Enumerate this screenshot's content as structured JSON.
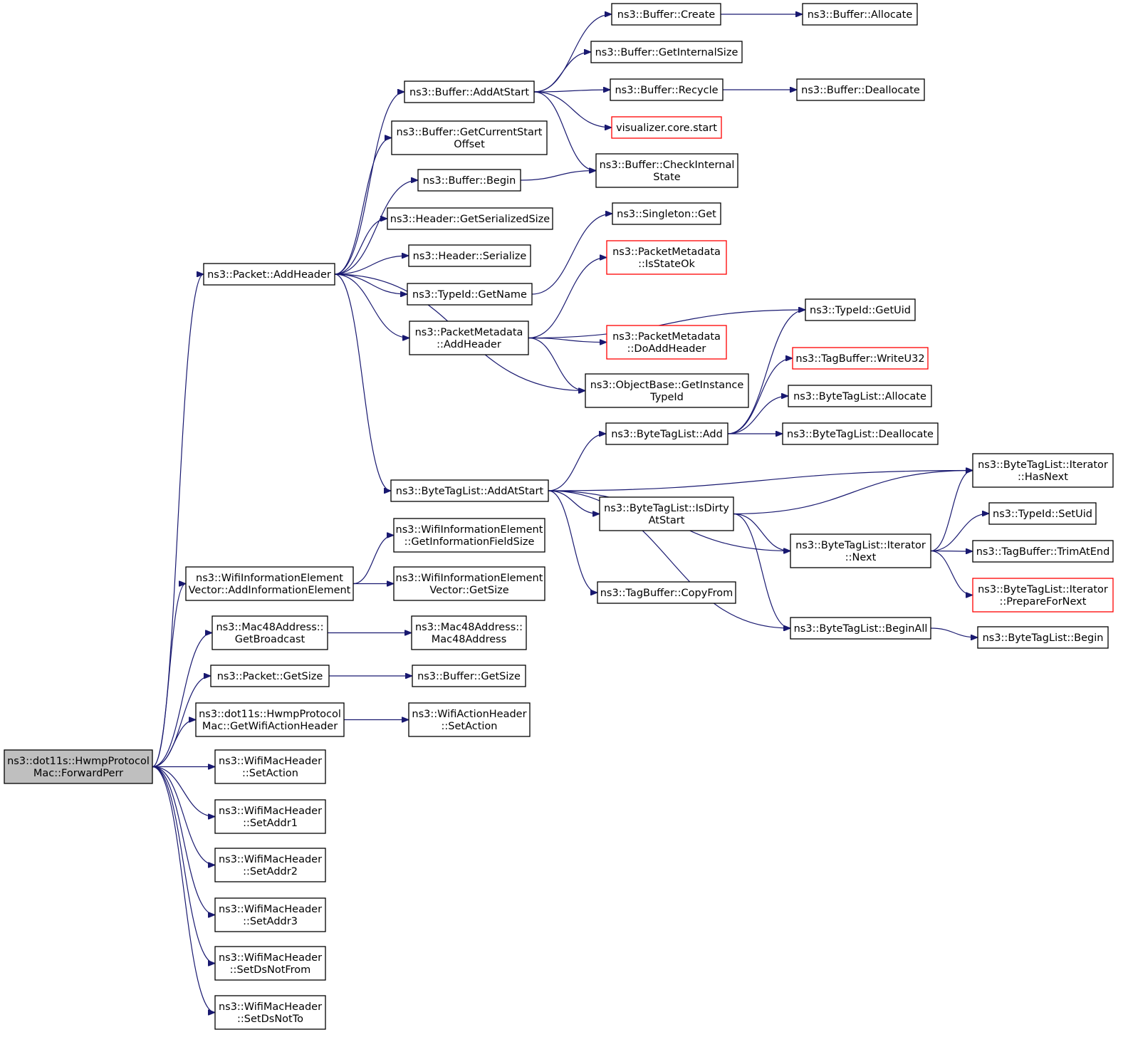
{
  "diagram": {
    "type": "call-graph",
    "edge_color": "#191970",
    "root_fill": "#bfbfbf",
    "highlight_border_color": "#ff0000",
    "nodes": [
      {
        "id": "n0",
        "lines": [
          "ns3::dot11s::HwmpProtocol",
          "Mac::ForwardPerr"
        ],
        "root": true
      },
      {
        "id": "n1",
        "lines": [
          "ns3::Packet::AddHeader"
        ]
      },
      {
        "id": "n2",
        "lines": [
          "ns3::WifiInformationElement",
          "Vector::AddInformationElement"
        ]
      },
      {
        "id": "n3",
        "lines": [
          "ns3::Mac48Address::",
          "GetBroadcast"
        ]
      },
      {
        "id": "n4",
        "lines": [
          "ns3::Packet::GetSize"
        ]
      },
      {
        "id": "n5",
        "lines": [
          "ns3::dot11s::HwmpProtocol",
          "Mac::GetWifiActionHeader"
        ]
      },
      {
        "id": "n6",
        "lines": [
          "ns3::WifiMacHeader",
          "::SetAction"
        ]
      },
      {
        "id": "n7",
        "lines": [
          "ns3::WifiMacHeader",
          "::SetAddr1"
        ]
      },
      {
        "id": "n8",
        "lines": [
          "ns3::WifiMacHeader",
          "::SetAddr2"
        ]
      },
      {
        "id": "n9",
        "lines": [
          "ns3::WifiMacHeader",
          "::SetAddr3"
        ]
      },
      {
        "id": "n10",
        "lines": [
          "ns3::WifiMacHeader",
          "::SetDsNotFrom"
        ]
      },
      {
        "id": "n11",
        "lines": [
          "ns3::WifiMacHeader",
          "::SetDsNotTo"
        ]
      },
      {
        "id": "n12",
        "lines": [
          "ns3::Buffer::AddAtStart"
        ]
      },
      {
        "id": "n13",
        "lines": [
          "ns3::Buffer::GetCurrentStart",
          "Offset"
        ]
      },
      {
        "id": "n14",
        "lines": [
          "ns3::Buffer::Begin"
        ]
      },
      {
        "id": "n15",
        "lines": [
          "ns3::Header::GetSerializedSize"
        ]
      },
      {
        "id": "n16",
        "lines": [
          "ns3::Header::Serialize"
        ]
      },
      {
        "id": "n17",
        "lines": [
          "ns3::TypeId::GetName"
        ]
      },
      {
        "id": "n18",
        "lines": [
          "ns3::PacketMetadata",
          "::AddHeader"
        ]
      },
      {
        "id": "n19",
        "lines": [
          "ns3::ByteTagList::AddAtStart"
        ]
      },
      {
        "id": "n20",
        "lines": [
          "ns3::WifiInformationElement",
          "::GetInformationFieldSize"
        ]
      },
      {
        "id": "n21",
        "lines": [
          "ns3::WifiInformationElement",
          "Vector::GetSize"
        ]
      },
      {
        "id": "n22",
        "lines": [
          "ns3::Mac48Address::",
          "Mac48Address"
        ]
      },
      {
        "id": "n23",
        "lines": [
          "ns3::Buffer::GetSize"
        ]
      },
      {
        "id": "n24",
        "lines": [
          "ns3::WifiActionHeader",
          "::SetAction"
        ]
      },
      {
        "id": "n25",
        "lines": [
          "ns3::Buffer::Create"
        ]
      },
      {
        "id": "n26",
        "lines": [
          "ns3::Buffer::GetInternalSize"
        ]
      },
      {
        "id": "n27",
        "lines": [
          "ns3::Buffer::Recycle"
        ]
      },
      {
        "id": "n28",
        "lines": [
          "visualizer.core.start"
        ],
        "red": true
      },
      {
        "id": "n29",
        "lines": [
          "ns3::Buffer::CheckInternal",
          "State"
        ]
      },
      {
        "id": "n30",
        "lines": [
          "ns3::Singleton::Get"
        ]
      },
      {
        "id": "n31",
        "lines": [
          "ns3::PacketMetadata",
          "::IsStateOk"
        ],
        "red": true
      },
      {
        "id": "n32",
        "lines": [
          "ns3::PacketMetadata",
          "::DoAddHeader"
        ],
        "red": true
      },
      {
        "id": "n33",
        "lines": [
          "ns3::ObjectBase::GetInstance",
          "TypeId"
        ]
      },
      {
        "id": "n34",
        "lines": [
          "ns3::ByteTagList::Add"
        ]
      },
      {
        "id": "n35",
        "lines": [
          "ns3::ByteTagList::IsDirty",
          "AtStart"
        ]
      },
      {
        "id": "n36",
        "lines": [
          "ns3::TagBuffer::CopyFrom"
        ]
      },
      {
        "id": "n37",
        "lines": [
          "ns3::Buffer::Allocate"
        ]
      },
      {
        "id": "n38",
        "lines": [
          "ns3::Buffer::Deallocate"
        ]
      },
      {
        "id": "n39",
        "lines": [
          "ns3::TypeId::GetUid"
        ]
      },
      {
        "id": "n40",
        "lines": [
          "ns3::TagBuffer::WriteU32"
        ],
        "red": true
      },
      {
        "id": "n41",
        "lines": [
          "ns3::ByteTagList::Allocate"
        ]
      },
      {
        "id": "n42",
        "lines": [
          "ns3::ByteTagList::Deallocate"
        ]
      },
      {
        "id": "n43",
        "lines": [
          "ns3::ByteTagList::Iterator",
          "::Next"
        ]
      },
      {
        "id": "n44",
        "lines": [
          "ns3::ByteTagList::BeginAll"
        ]
      },
      {
        "id": "n45",
        "lines": [
          "ns3::ByteTagList::Iterator",
          "::HasNext"
        ]
      },
      {
        "id": "n46",
        "lines": [
          "ns3::TypeId::SetUid"
        ]
      },
      {
        "id": "n47",
        "lines": [
          "ns3::TagBuffer::TrimAtEnd"
        ]
      },
      {
        "id": "n48",
        "lines": [
          "ns3::ByteTagList::Iterator",
          "::PrepareForNext"
        ],
        "red": true
      },
      {
        "id": "n49",
        "lines": [
          "ns3::ByteTagList::Begin"
        ]
      }
    ],
    "edges": [
      [
        "n0",
        "n1"
      ],
      [
        "n0",
        "n2"
      ],
      [
        "n0",
        "n3"
      ],
      [
        "n0",
        "n4"
      ],
      [
        "n0",
        "n5"
      ],
      [
        "n0",
        "n6"
      ],
      [
        "n0",
        "n7"
      ],
      [
        "n0",
        "n8"
      ],
      [
        "n0",
        "n9"
      ],
      [
        "n0",
        "n10"
      ],
      [
        "n0",
        "n11"
      ],
      [
        "n1",
        "n12"
      ],
      [
        "n1",
        "n13"
      ],
      [
        "n1",
        "n14"
      ],
      [
        "n1",
        "n15"
      ],
      [
        "n1",
        "n16"
      ],
      [
        "n1",
        "n17"
      ],
      [
        "n1",
        "n18"
      ],
      [
        "n1",
        "n33"
      ],
      [
        "n1",
        "n19"
      ],
      [
        "n12",
        "n25"
      ],
      [
        "n12",
        "n26"
      ],
      [
        "n12",
        "n27"
      ],
      [
        "n12",
        "n28"
      ],
      [
        "n12",
        "n29"
      ],
      [
        "n14",
        "n29"
      ],
      [
        "n17",
        "n30"
      ],
      [
        "n18",
        "n31"
      ],
      [
        "n18",
        "n39"
      ],
      [
        "n18",
        "n32"
      ],
      [
        "n18",
        "n33"
      ],
      [
        "n19",
        "n34"
      ],
      [
        "n19",
        "n45"
      ],
      [
        "n19",
        "n35"
      ],
      [
        "n19",
        "n43"
      ],
      [
        "n19",
        "n36"
      ],
      [
        "n19",
        "n44"
      ],
      [
        "n25",
        "n37"
      ],
      [
        "n27",
        "n38"
      ],
      [
        "n34",
        "n39"
      ],
      [
        "n34",
        "n40"
      ],
      [
        "n34",
        "n41"
      ],
      [
        "n34",
        "n42"
      ],
      [
        "n35",
        "n45"
      ],
      [
        "n35",
        "n43"
      ],
      [
        "n35",
        "n44"
      ],
      [
        "n43",
        "n45"
      ],
      [
        "n43",
        "n46"
      ],
      [
        "n43",
        "n47"
      ],
      [
        "n43",
        "n48"
      ],
      [
        "n44",
        "n49"
      ],
      [
        "n2",
        "n20"
      ],
      [
        "n2",
        "n21"
      ],
      [
        "n3",
        "n22"
      ],
      [
        "n4",
        "n23"
      ],
      [
        "n5",
        "n24"
      ]
    ]
  }
}
